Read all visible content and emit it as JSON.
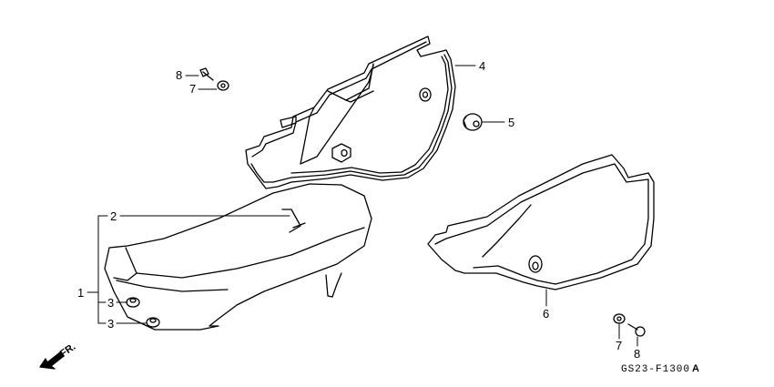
{
  "diagram": {
    "type": "exploded parts diagram",
    "code": "GS23-F1300",
    "code_suffix": "A",
    "direction_label": "FR.",
    "callouts": [
      {
        "id": "c1",
        "label": "1",
        "part": "seat assembly"
      },
      {
        "id": "c2",
        "label": "2",
        "part": "seat emblem"
      },
      {
        "id": "c3a",
        "label": "3",
        "part": "seat cushion grommet"
      },
      {
        "id": "c3b",
        "label": "3",
        "part": "seat cushion grommet"
      },
      {
        "id": "c4",
        "label": "4",
        "part": "left side cover"
      },
      {
        "id": "c5",
        "label": "5",
        "part": "side cover grommet"
      },
      {
        "id": "c6",
        "label": "6",
        "part": "right side cover"
      },
      {
        "id": "c7a",
        "label": "7",
        "part": "washer"
      },
      {
        "id": "c8a",
        "label": "8",
        "part": "bolt"
      },
      {
        "id": "c7b",
        "label": "7",
        "part": "washer"
      },
      {
        "id": "c8b",
        "label": "8",
        "part": "bolt"
      }
    ]
  }
}
